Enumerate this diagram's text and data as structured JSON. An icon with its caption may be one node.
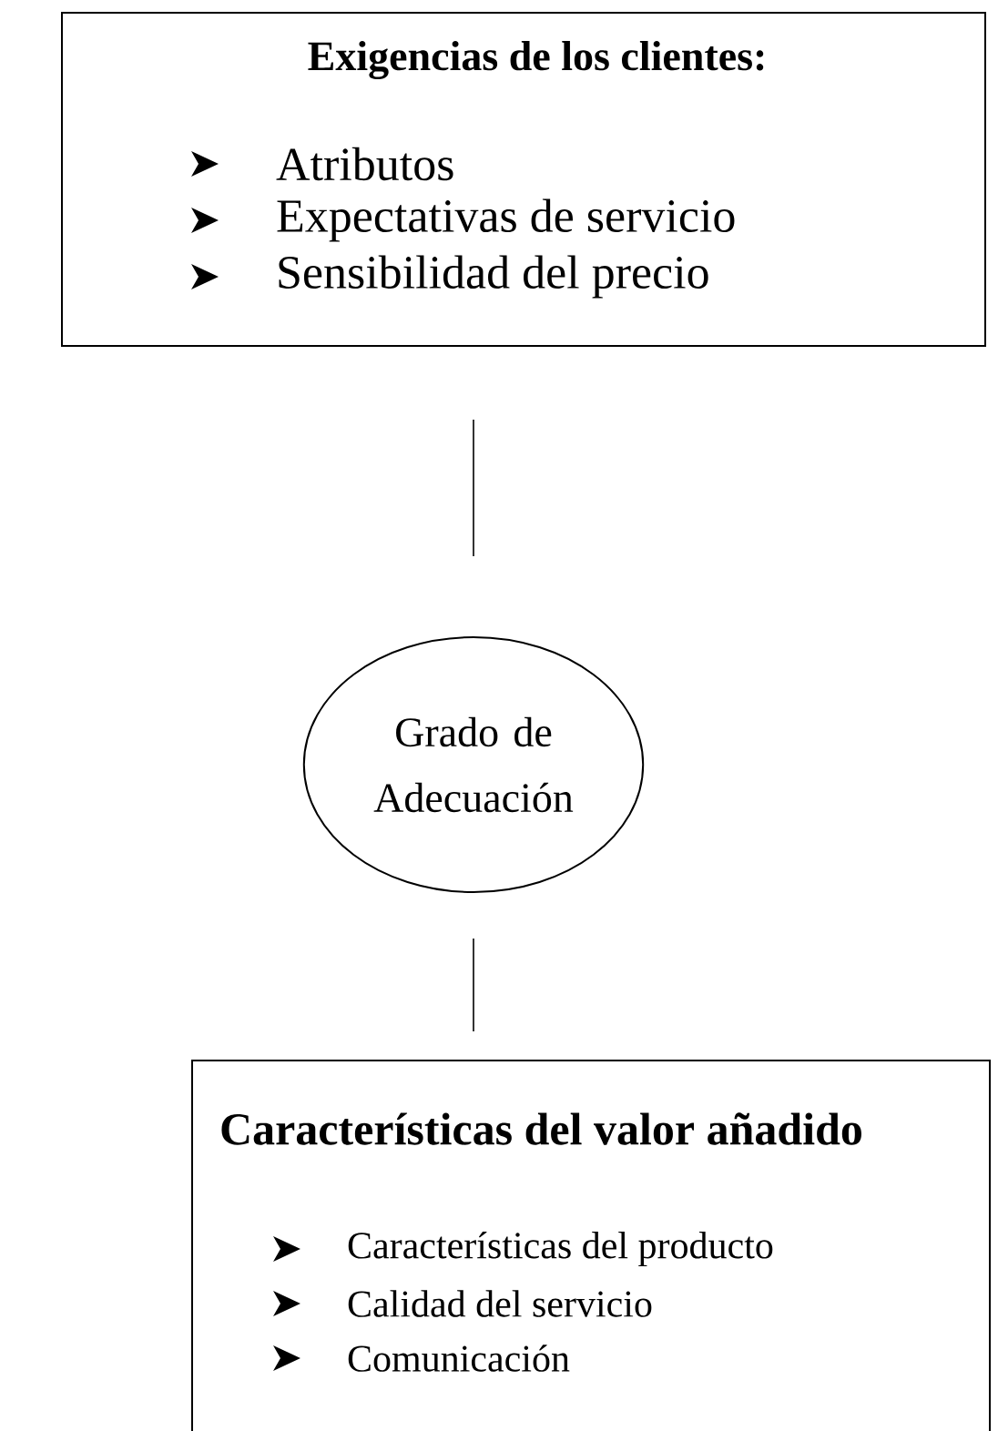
{
  "diagram": {
    "nodes": [
      {
        "text": [
          "Exigencias de los clientes:",
          "Atributos",
          "Expectativas de servicio",
          "Sensibilidad del precio"
        ]
      },
      {
        "text": [
          "Grado de Adecuación"
        ]
      },
      {
        "text": [
          "Características del valor añadido",
          "Características del producto",
          "Calidad del servicio",
          "Comunicación"
        ]
      }
    ],
    "edges": [
      {
        "from": 0,
        "to": 1,
        "arrow": "none"
      },
      {
        "from": 1,
        "to": 2,
        "arrow": "none"
      }
    ]
  }
}
